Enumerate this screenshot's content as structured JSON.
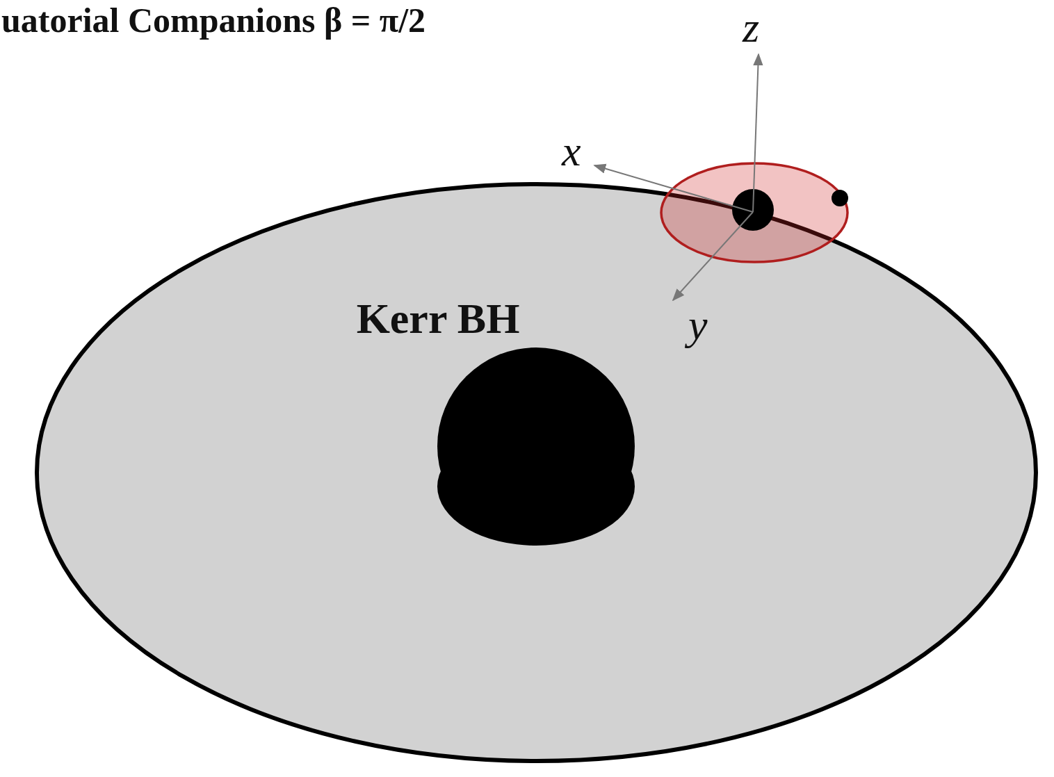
{
  "diagram": {
    "title": "uatorial Companions β = π/2",
    "nodes": [
      {
        "text": [
          "Kerr BH"
        ]
      }
    ],
    "labels": [
      "z",
      "x",
      "y"
    ]
  }
}
